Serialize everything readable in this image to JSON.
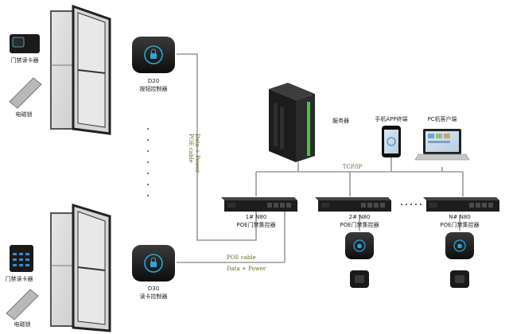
{
  "doors": [
    {
      "reader_label": "门禁读卡器",
      "lock_label": "电磁锁",
      "controller_model": "D20",
      "controller_label": "按钮控制器"
    },
    {
      "reader_label": "门禁读卡器",
      "lock_label": "电磁锁",
      "controller_model": "D30",
      "controller_label": "读卡控制器"
    }
  ],
  "cable_vertical": {
    "line1": "POE cable",
    "line2": "Data + Power"
  },
  "cable_horizontal": {
    "line1": "POE cable",
    "line2": "Data + Power"
  },
  "network_label": "TCP/IP",
  "server_label": "服务器",
  "app_label": "手机APP终端",
  "pc_label": "PC机客户端",
  "controllers": [
    {
      "id": "1#",
      "model": "N80",
      "label": "POE门禁集控器"
    },
    {
      "id": "2#",
      "model": "N80",
      "label": "POE门禁集控器"
    },
    {
      "id": "N#",
      "model": "N80",
      "label": "POE门禁集控器"
    }
  ],
  "colors": {
    "cable": "#9a9a9a",
    "cable_text": "#6b6a1c",
    "led": "#2aa8d8",
    "server_green": "#3ec83e"
  }
}
